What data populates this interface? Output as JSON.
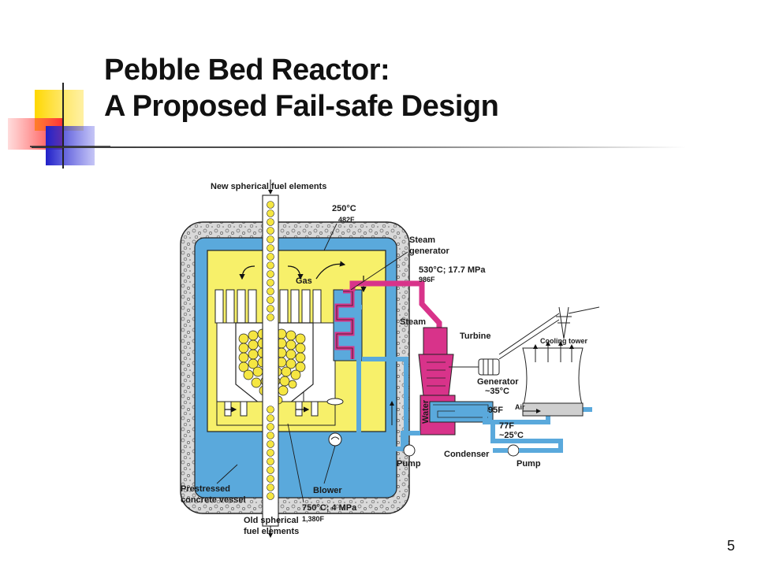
{
  "slide": {
    "title_line1": "Pebble Bed Reactor:",
    "title_line2": "A Proposed Fail-safe Design",
    "page_number": "5"
  },
  "diagram": {
    "labels": {
      "new_fuel": "New spherical fuel elements",
      "temp_250c": "250°C",
      "temp_482f": "482F",
      "steam_generator_1": "Steam",
      "steam_generator_2": "generator",
      "temp_530c": "530°C; 17.7 MPa",
      "temp_986f": "986F",
      "gas": "Gas",
      "steam": "Steam",
      "turbine": "Turbine",
      "cooling_tower": "Cooling tower",
      "generator": "Generator",
      "temp_35c": "~35°C",
      "water": "Water",
      "temp_95f": "95F",
      "air": "Air",
      "temp_77f": "77F",
      "temp_25c": "~25°C",
      "pump_left": "Pump",
      "condenser": "Condenser",
      "pump_right": "Pump",
      "prestressed_1": "Prestressed",
      "prestressed_2": "concrete vessel",
      "blower": "Blower",
      "temp_750c": "750°C; 4 MPa",
      "temp_1380f": "1,380F",
      "old_fuel_1": "Old spherical",
      "old_fuel_2": "fuel elements"
    },
    "colors": {
      "concrete": "#d9d9d9",
      "blue_loop": "#5aa9dc",
      "yellow_gas": "#f7f06a",
      "magenta_steam": "#d8338a",
      "pebble": "#f5e642"
    }
  }
}
